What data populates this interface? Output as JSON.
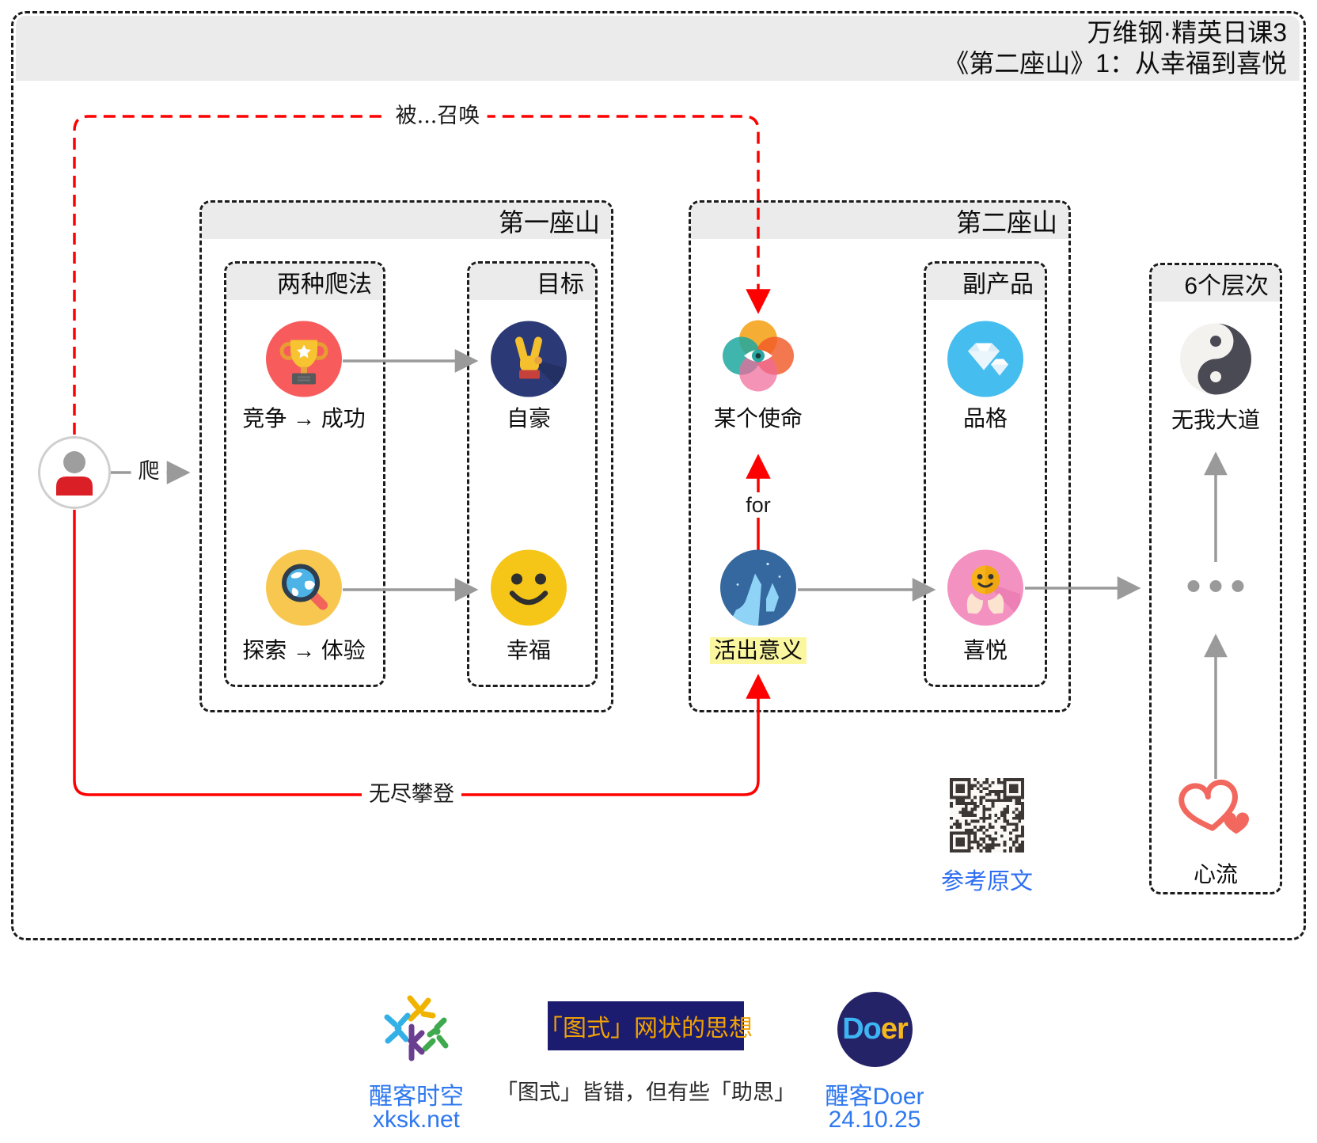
{
  "header": {
    "line1": "万维钢·精英日课3",
    "line2": "《第二座山》1：从幸福到喜悦"
  },
  "edges": {
    "summon_label": "被...召唤",
    "climb_label": "爬",
    "for_label": "for",
    "endless_label": "无尽攀登"
  },
  "person": {
    "icon": "person-icon"
  },
  "first_mountain": {
    "title": "第一座山",
    "methods": {
      "title": "两种爬法",
      "items": [
        {
          "label": "竞争 → 成功",
          "icon": "trophy-icon"
        },
        {
          "label": "探索 → 体验",
          "icon": "globe-magnifier-icon"
        }
      ]
    },
    "goals": {
      "title": "目标",
      "items": [
        {
          "label": "自豪",
          "icon": "victory-hand-icon"
        },
        {
          "label": "幸福",
          "icon": "smiley-icon"
        }
      ]
    }
  },
  "second_mountain": {
    "title": "第二座山",
    "mission": {
      "label": "某个使命",
      "icon": "venn-eye-icon"
    },
    "meaning": {
      "label": "活出意义",
      "icon": "iceberg-icon",
      "highlight": "#fbf7a0"
    },
    "byproducts": {
      "title": "副产品",
      "items": [
        {
          "label": "品格",
          "icon": "diamond-icon"
        },
        {
          "label": "喜悦",
          "icon": "joy-hands-icon"
        }
      ]
    }
  },
  "levels": {
    "title": "6个层次",
    "top": {
      "label": "无我大道",
      "icon": "yinyang-icon"
    },
    "middle": {
      "icon": "ellipsis-icon"
    },
    "bottom": {
      "label": "心流",
      "icon": "hearts-icon"
    }
  },
  "reference": {
    "label": "参考原文",
    "icon": "qr-code"
  },
  "footer": {
    "brand": {
      "logo": "xksk-logo",
      "name": "醒客时空",
      "site": "xksk.net"
    },
    "badge": "「图式」网状的思想",
    "slogan": "「图式」皆错，但有些「助思」",
    "doer": {
      "logo": "doer-logo",
      "part1": "Do",
      "part2": "er",
      "name": "醒客Doer",
      "date": "24.10.25"
    }
  },
  "colors": {
    "accent_red": "#ff0000",
    "arrow_gray": "#9a9a9a",
    "highlight_yellow": "#fbf7a0",
    "link_blue": "#2e78f0",
    "badge_navy": "#1b1b6f",
    "badge_gold": "#f0a202",
    "band_gray": "#ebebeb"
  }
}
